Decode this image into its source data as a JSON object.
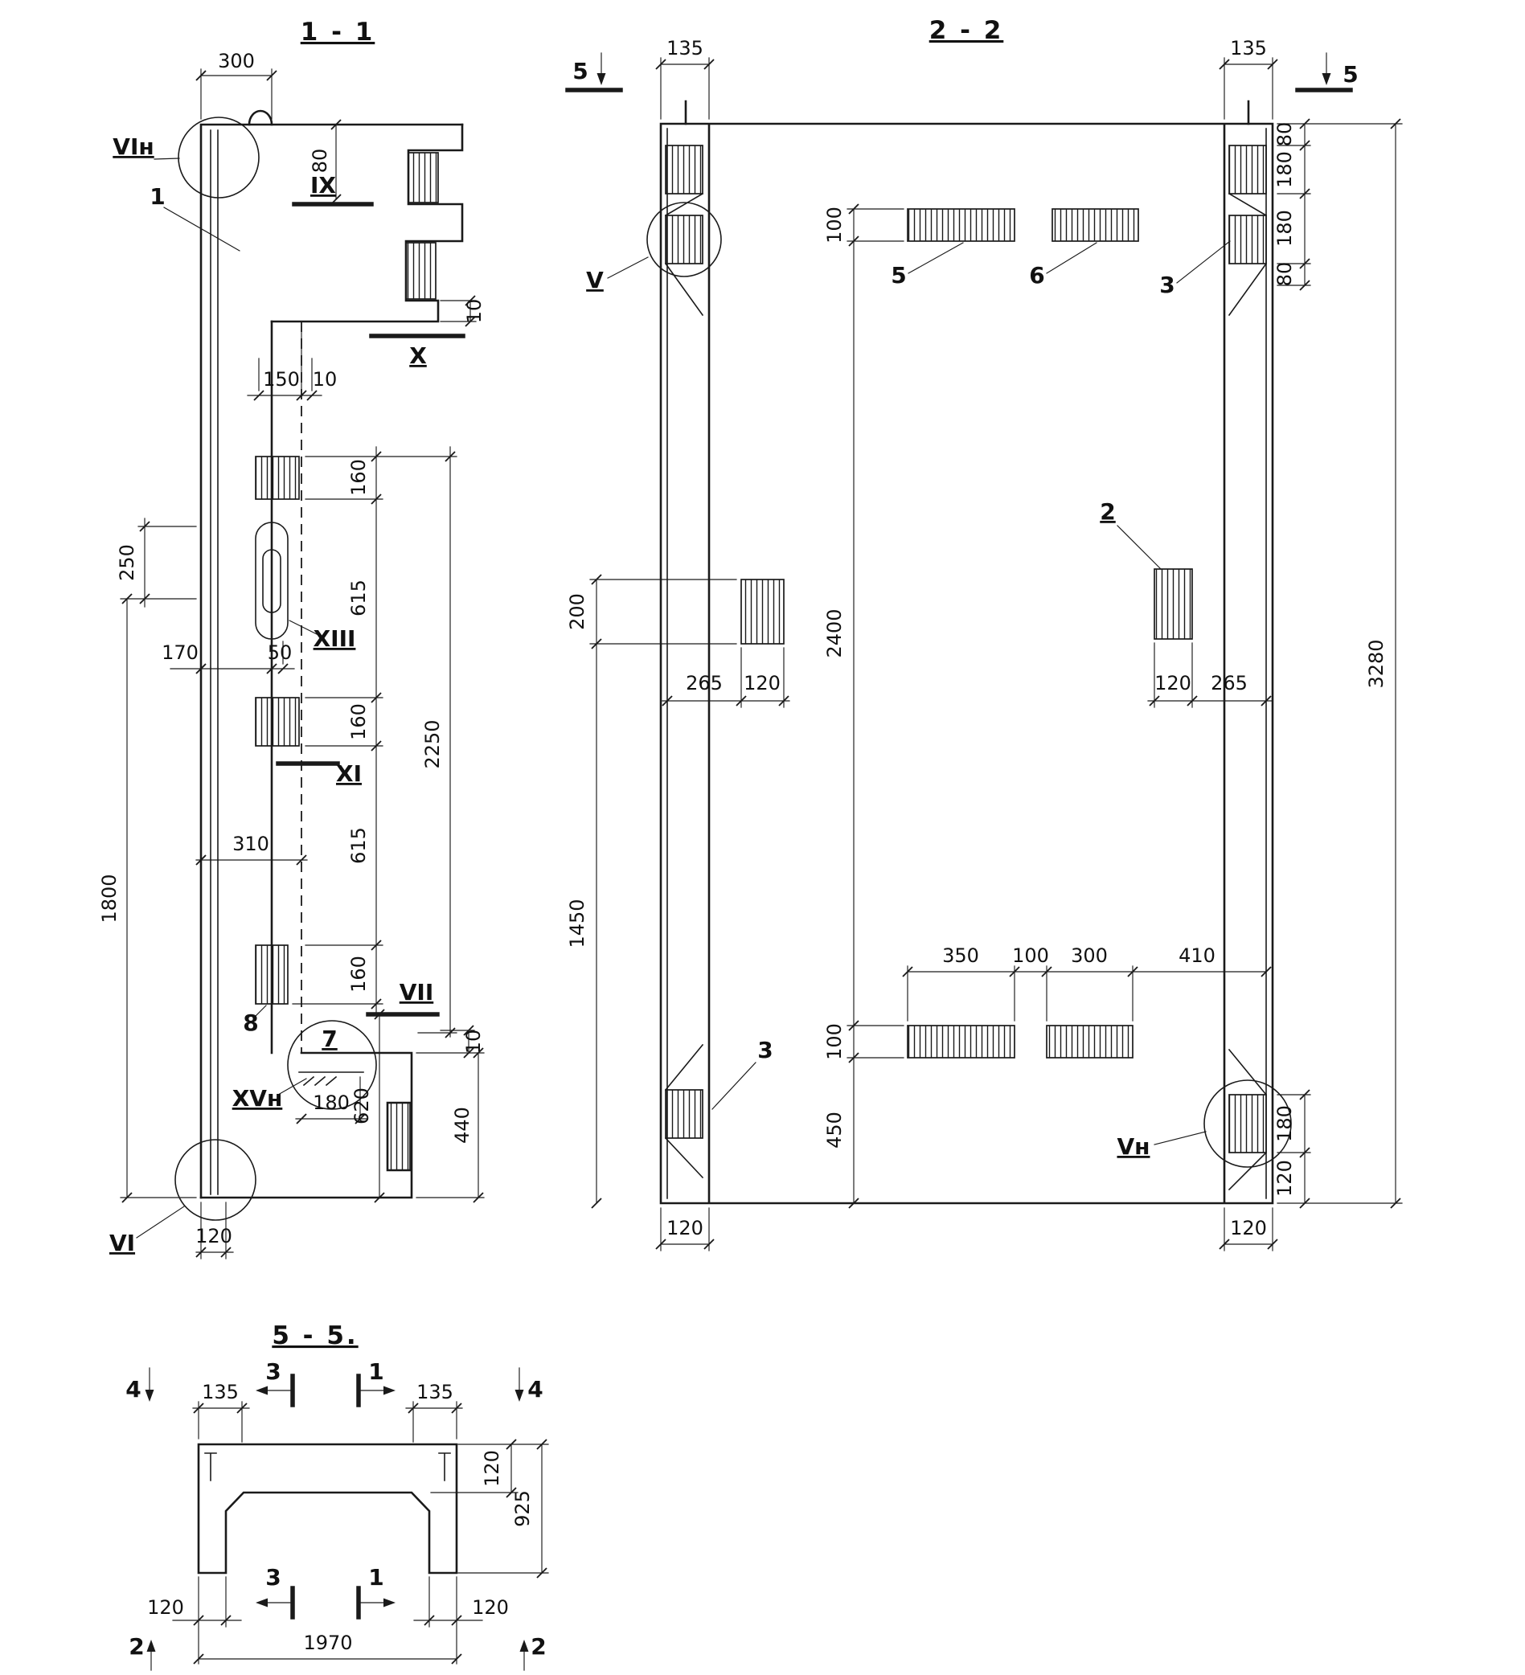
{
  "page": {
    "background": "#ffffff",
    "ink": "#1a1a1a"
  },
  "drawing": {
    "s11": {
      "title": "1 - 1",
      "dims": {
        "w300": "300",
        "h80": "80",
        "t10a": "10",
        "w150": "150",
        "t10b": "10",
        "h160a": "160",
        "h615a": "615",
        "h160b": "160",
        "h615b": "615",
        "h160c": "160",
        "h2250": "2250",
        "t10c": "10",
        "h440": "440",
        "w180": "180",
        "h620": "620",
        "w120": "120",
        "h250": "250",
        "w170": "170",
        "w50": "50",
        "w310": "310",
        "h1800": "1800"
      },
      "labels": {
        "vin": "VIн",
        "ix": "IX",
        "x": "X",
        "xiii": "XIII",
        "xi": "XI",
        "vii": "VII",
        "xvn": "XVн",
        "vi": "VI",
        "n1": "1",
        "n7": "7",
        "n8": "8"
      }
    },
    "s22": {
      "title": "2 - 2",
      "dims": {
        "w135l": "135",
        "w135r": "135",
        "h100t": "100",
        "h80a": "80",
        "h180a": "180",
        "h180b": "180",
        "h80b": "80",
        "h3280": "3280",
        "h200": "200",
        "h2400": "2400",
        "w265l": "265",
        "w120l": "120",
        "w120r": "120",
        "w265r": "265",
        "h1450": "1450",
        "w350": "350",
        "w100": "100",
        "w300": "300",
        "w410": "410",
        "h100b": "100",
        "h450": "450",
        "w120bl": "120",
        "w120br": "120",
        "h180c": "180",
        "h120e": "120"
      },
      "marks": {
        "m5l": "5",
        "m5r": "5"
      },
      "labels": {
        "v": "V",
        "vn": "Vн",
        "n5": "5",
        "n6": "6",
        "n3t": "3",
        "n2": "2",
        "n3b": "3"
      }
    },
    "s55": {
      "title": "5 - 5.",
      "dims": {
        "w135l": "135",
        "w135r": "135",
        "h120": "120",
        "h925": "925",
        "w120l": "120",
        "w120r": "120",
        "w1970": "1970"
      },
      "marks": {
        "m4l": "4",
        "m4r": "4",
        "m3t": "3",
        "m1t": "1",
        "m3b": "3",
        "m1b": "1",
        "m2l": "2",
        "m2r": "2"
      }
    }
  }
}
